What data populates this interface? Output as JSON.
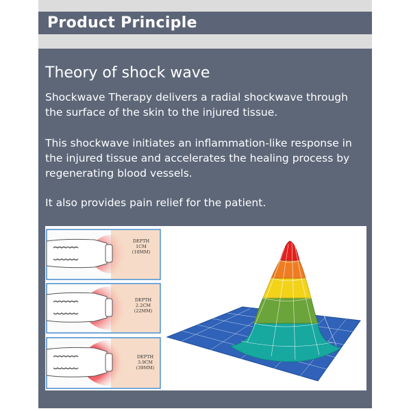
{
  "header": {
    "title": "Product Principle"
  },
  "content": {
    "heading": "Theory of shock wave",
    "paragraphs": [
      "Shockwave Therapy delivers a radial shockwave through the surface of the skin to the injured tissue.",
      "This shockwave initiates an inflammation-like response in the injured tissue and accelerates the healing process by regenerating blood vessels.",
      "It also provides pain relief for the patient."
    ]
  },
  "figure": {
    "panels": [
      {
        "lines": [
          "DEPTH",
          "1CM",
          "(10MM)"
        ]
      },
      {
        "lines": [
          "DEPTH",
          "2.2CM",
          "(22MM)"
        ]
      },
      {
        "lines": [
          "DEPTH",
          "3.9CM",
          "(39MM)"
        ]
      }
    ]
  },
  "colors": {
    "panel_bg": "#5d6778",
    "header_bg": "#5c6477",
    "band_bg": "#dcdcdc",
    "text": "#ffffff",
    "tissue": "#f6dcc8",
    "shock_red": "#e5202e",
    "peak_red": "#e3201c",
    "orange": "#ee7d22",
    "yellow": "#f2d31a",
    "green": "#6ba43a",
    "teal": "#17a8a0",
    "blue_base": "#2f62b8"
  }
}
